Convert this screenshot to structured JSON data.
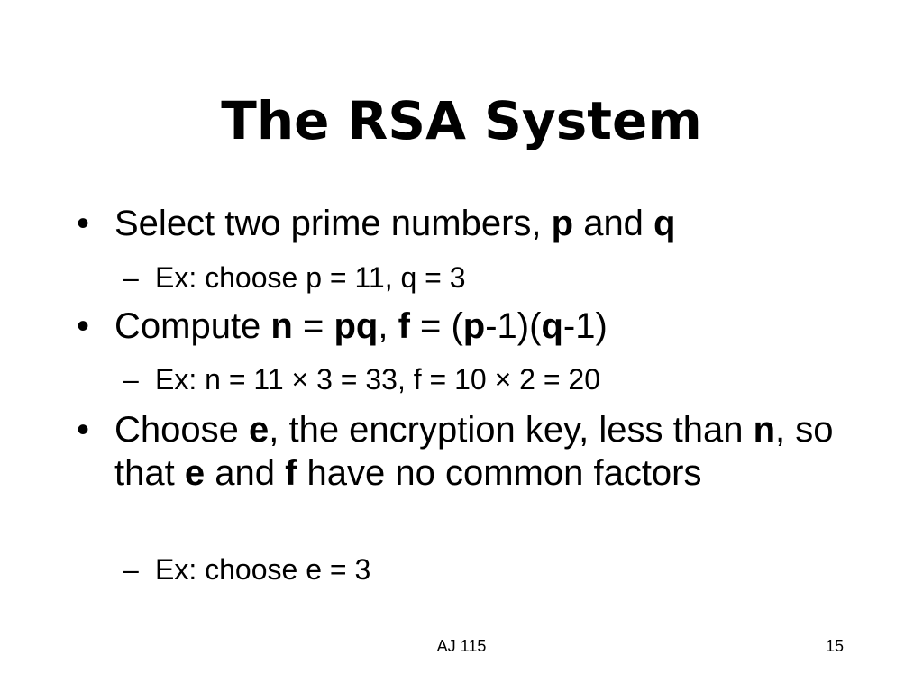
{
  "slide": {
    "title": "The RSA System",
    "bullet_symbol": "•",
    "sub_symbol": "–",
    "bullet1": {
      "t1": "Select two prime numbers, ",
      "b1": "p",
      "t2": " and ",
      "b2": "q"
    },
    "sub1": "Ex: choose p = 11, q = 3",
    "bullet2": {
      "t1": "Compute ",
      "b1": "n",
      "t2": " = ",
      "b2": "pq",
      "t3": ", ",
      "b3": "f",
      "t4": " = (",
      "b4": "p",
      "t5": "-1)(",
      "b5": "q",
      "t6": "-1)"
    },
    "sub2": "Ex: n = 11 × 3 = 33, f = 10 × 2 = 20",
    "bullet3": {
      "t1": "Choose ",
      "b1": "e",
      "t2": ", the encryption key, less than ",
      "b2": "n",
      "t3": ", so that ",
      "b3": "e",
      "t4": " and ",
      "b4": "f",
      "t5": " have no common factors"
    },
    "sub3": "Ex: choose e = 3",
    "footer_center": "AJ 115",
    "footer_page": "15"
  }
}
